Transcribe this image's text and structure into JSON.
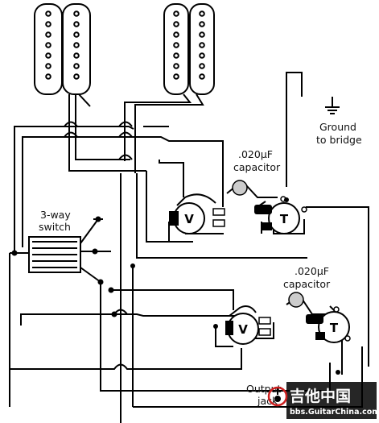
{
  "labels": {
    "ground_line1": "Ground",
    "ground_line2": "to bridge",
    "cap1_line1": ".020µF",
    "cap1_line2": "capacitor",
    "cap2_line1": ".020µF",
    "cap2_line2": "capacitor",
    "switch_line1": "3-way",
    "switch_line2": "switch",
    "jack_line1": "Output",
    "jack_line2": "jack"
  },
  "knobs": {
    "volume_1": "V",
    "tone_1": "T",
    "volume_2": "V",
    "tone_2": "T"
  },
  "watermark": {
    "brand": "吉他中国",
    "url": "bbs.GuitarChina.com"
  }
}
